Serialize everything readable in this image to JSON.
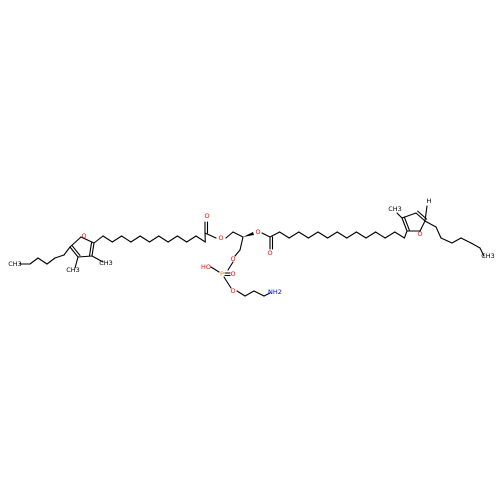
{
  "colors": {
    "carbon": "#000000",
    "oxygen": "#ff0000",
    "phosphorus": "#ff8000",
    "nitrogen": "#0000ff",
    "background": "#ffffff"
  },
  "atoms": {
    "o_furan_left": "O",
    "ch3_left_a": "CH3",
    "ch3_left_b": "CH3",
    "ch3_pentyl_left": "CH3",
    "o_ester_left_carbonyl": "O",
    "o_ester_left": "O",
    "o_ester_right": "O",
    "o_ester_right_carbonyl": "O",
    "o_phosphate_bridge": "O",
    "oh_phosphate": "HO",
    "p_phosphate": "P",
    "o_phosphate_double": "O",
    "o_phosphate_ester": "O",
    "nh2": "NH2",
    "o_furan_right": "O",
    "ch3_right": "CH3",
    "h_furan_right": "H",
    "ch3_pentyl_right": "CH3"
  }
}
